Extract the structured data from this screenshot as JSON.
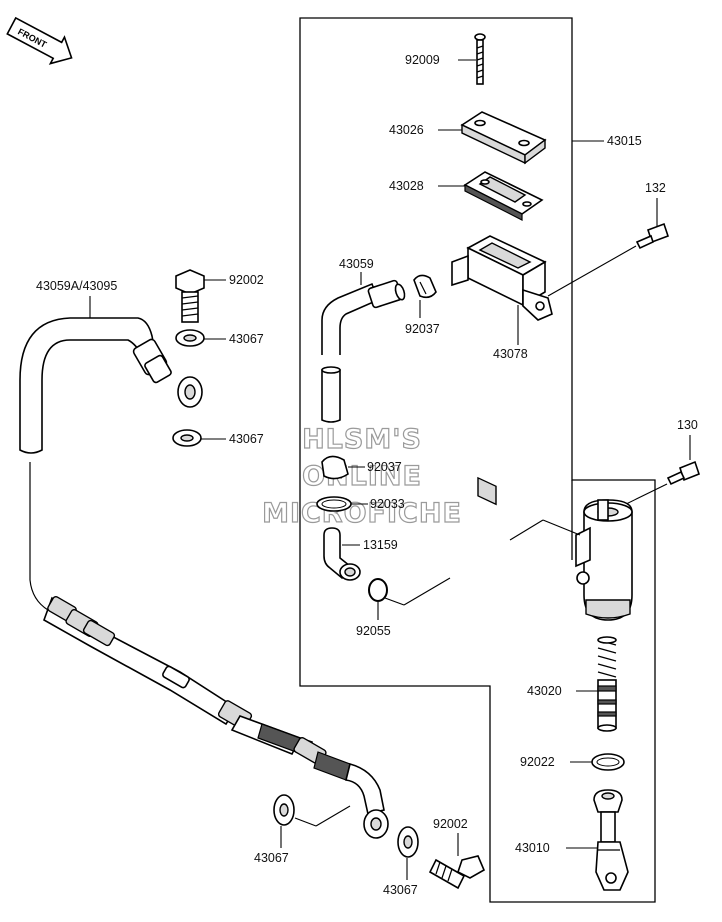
{
  "front_arrow": "FRONT",
  "watermark": [
    "HLSM'S",
    "ONLINE",
    "MICROFICHE"
  ],
  "labels": {
    "p92009": "92009",
    "p43026": "43026",
    "p43015": "43015",
    "p43028": "43028",
    "p132": "132",
    "p43059": "43059",
    "p92037a": "92037",
    "p43078": "43078",
    "p43059a": "43059A/43095",
    "p92002a": "92002",
    "p43067a": "43067",
    "p43067b": "43067",
    "p92037b": "92037",
    "p92033": "92033",
    "p13159": "13159",
    "p92055": "92055",
    "p130": "130",
    "p43020": "43020",
    "p92022": "92022",
    "p43010": "43010",
    "p92002b": "92002",
    "p43067c": "43067",
    "p43067d": "43067"
  }
}
